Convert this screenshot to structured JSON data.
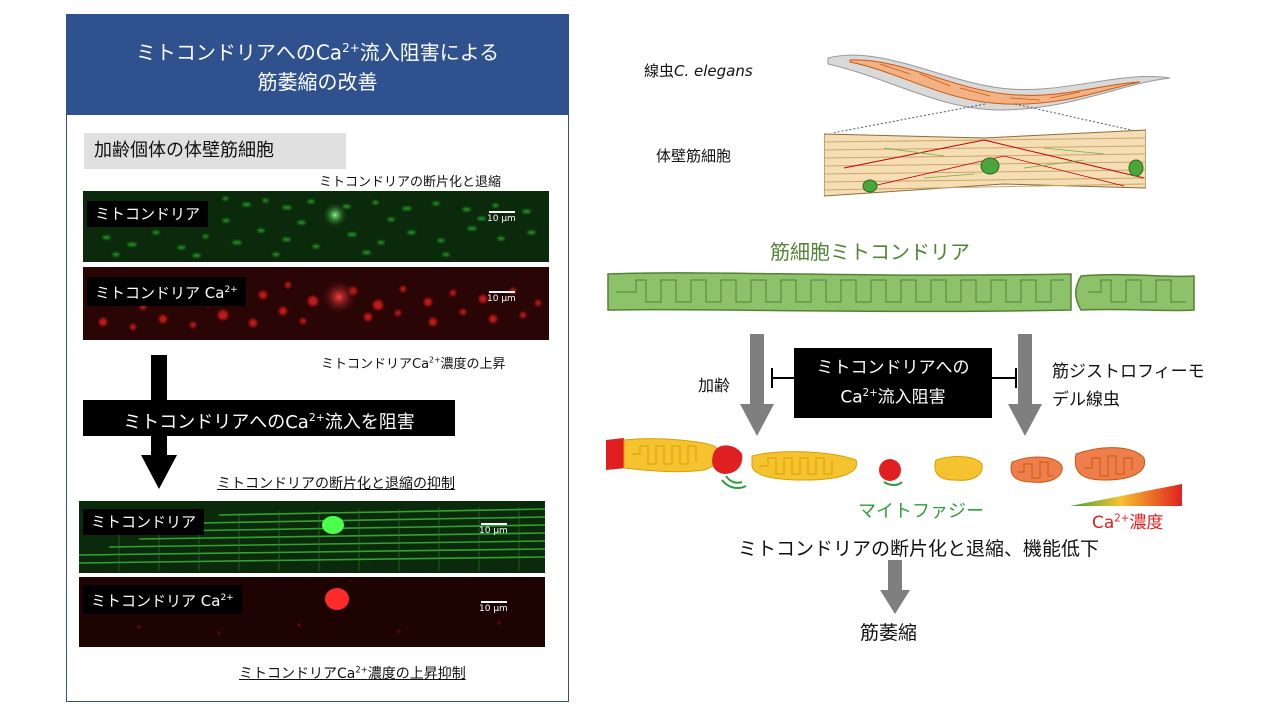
{
  "left": {
    "header_line1": "ミトコンドリアへのCa",
    "header_sup": "2+",
    "header_line1b": "流入阻害による",
    "header_line2": "筋萎縮の改善",
    "section_title": "加齢個体の体壁筋細胞",
    "caption_top": "ミトコンドリアの断片化と退縮",
    "img1_label": "ミトコンドリア",
    "img2_label": "ミトコンドリア Ca",
    "img_label_sup": "2+",
    "scale": "10 µm",
    "caption_mid_a": "ミトコンドリアCa",
    "caption_mid_sup": "2+",
    "caption_mid_b": "濃度の上昇",
    "block_label_a": "ミトコンドリアへのCa",
    "block_label_sup": "2+",
    "block_label_b": "流入を阻害",
    "caption_suppress": "ミトコンドリアの断片化と退縮の抑制",
    "img3_label": "ミトコンドリア",
    "img4_label": "ミトコンドリア Ca",
    "caption_bottom_a": "ミトコンドリアCa",
    "caption_bottom_sup": "2+",
    "caption_bottom_b": "濃度の上昇抑制"
  },
  "right": {
    "worm_label_a": "線虫",
    "worm_label_b": "C. elegans",
    "muscle_cell_label": "体壁筋細胞",
    "mito_title": "筋細胞ミトコンドリア",
    "aging_label": "加齢",
    "inhibit_box_line1": "ミトコンドリアへの",
    "inhibit_box_line2a": "Ca",
    "inhibit_box_sup": "2+",
    "inhibit_box_line2b": "流入阻害",
    "dystrophy_line1": "筋ジストロフィーモ",
    "dystrophy_line2": "デル線虫",
    "mitophagy_label": "マイトファジー",
    "ca_label_a": "Ca",
    "ca_label_sup": "2+",
    "ca_label_b": "濃度",
    "fragmentation_label": "ミトコンドリアの断片化と退縮、機能低下",
    "atrophy_label": "筋萎縮"
  },
  "colors": {
    "header_blue": "#2f528f",
    "mito_green": "#8dc26a",
    "mito_yellow": "#f5c230",
    "mito_orange": "#ee7f4d",
    "mitophagy_green": "#2e9e3e",
    "ca_red": "#e02020",
    "arrow_gray": "#7f7f7f"
  }
}
